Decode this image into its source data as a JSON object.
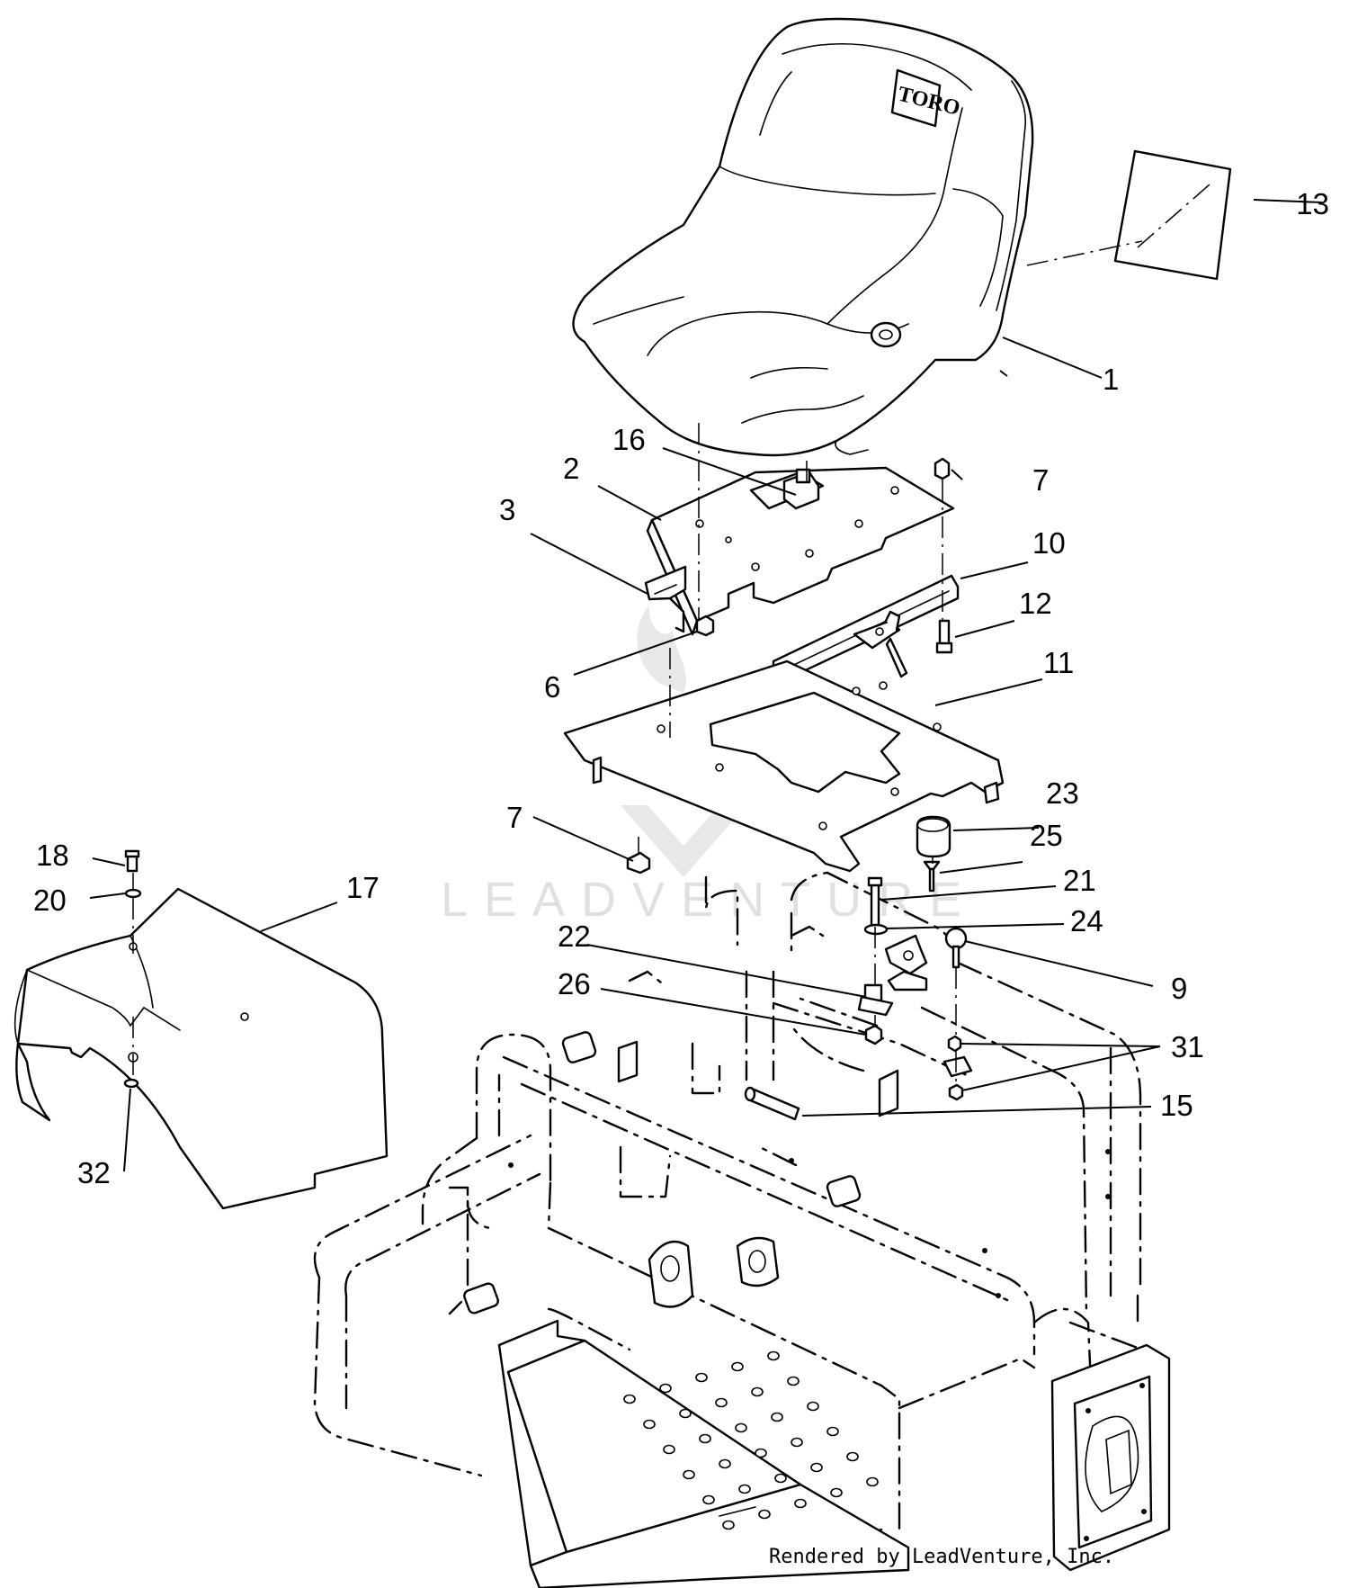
{
  "diagram": {
    "logo": "TORO",
    "watermark": "LEADVENTURE",
    "credit": "Rendered by LeadVenture, Inc.",
    "callouts": {
      "c1": "1",
      "c2": "2",
      "c3": "3",
      "c6": "6",
      "c7a": "7",
      "c7b": "7",
      "c9": "9",
      "c10": "10",
      "c11": "11",
      "c12": "12",
      "c13": "13",
      "c15": "15",
      "c16": "16",
      "c17": "17",
      "c18": "18",
      "c20": "20",
      "c21": "21",
      "c22": "22",
      "c23": "23",
      "c24": "24",
      "c25": "25",
      "c26": "26",
      "c31": "31",
      "c32": "32"
    }
  }
}
